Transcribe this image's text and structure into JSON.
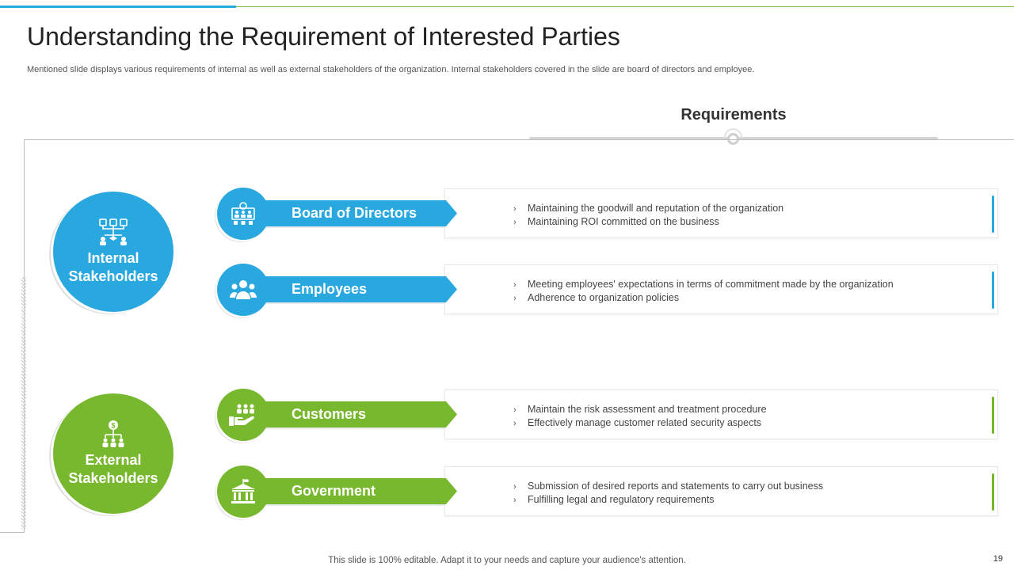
{
  "slide": {
    "title": "Understanding the Requirement of Interested Parties",
    "subtitle": "Mentioned slide displays various requirements of internal as well as external stakeholders of the organization. Internal stakeholders covered in the slide are board of directors and employee.",
    "requirements_heading": "Requirements",
    "footer": "This slide is 100% editable. Adapt it to your needs and capture your audience's attention.",
    "page_number": "19"
  },
  "colors": {
    "blue": "#29a8e0",
    "green": "#77b82e"
  },
  "groups": {
    "internal": {
      "label": "Internal Stakeholders",
      "icon": "org-hierarchy-icon"
    },
    "external": {
      "label": "External Stakeholders",
      "icon": "dollar-hierarchy-icon"
    }
  },
  "stakeholders": [
    {
      "name": "Board of Directors",
      "icon": "boardroom-icon",
      "requirements": [
        "Maintaining the goodwill and reputation of the organization",
        "Maintaining ROI committed on the business"
      ]
    },
    {
      "name": "Employees",
      "icon": "team-icon",
      "requirements": [
        "Meeting employees' expectations in terms of commitment made by the organization",
        "Adherence to organization policies"
      ]
    },
    {
      "name": "Customers",
      "icon": "customers-hand-icon",
      "requirements": [
        "Maintain the risk assessment and treatment procedure",
        "Effectively manage customer related security aspects"
      ]
    },
    {
      "name": "Government",
      "icon": "government-building-icon",
      "requirements": [
        "Submission of desired reports and statements to carry out business",
        "Fulfilling legal and regulatory requirements"
      ]
    }
  ]
}
